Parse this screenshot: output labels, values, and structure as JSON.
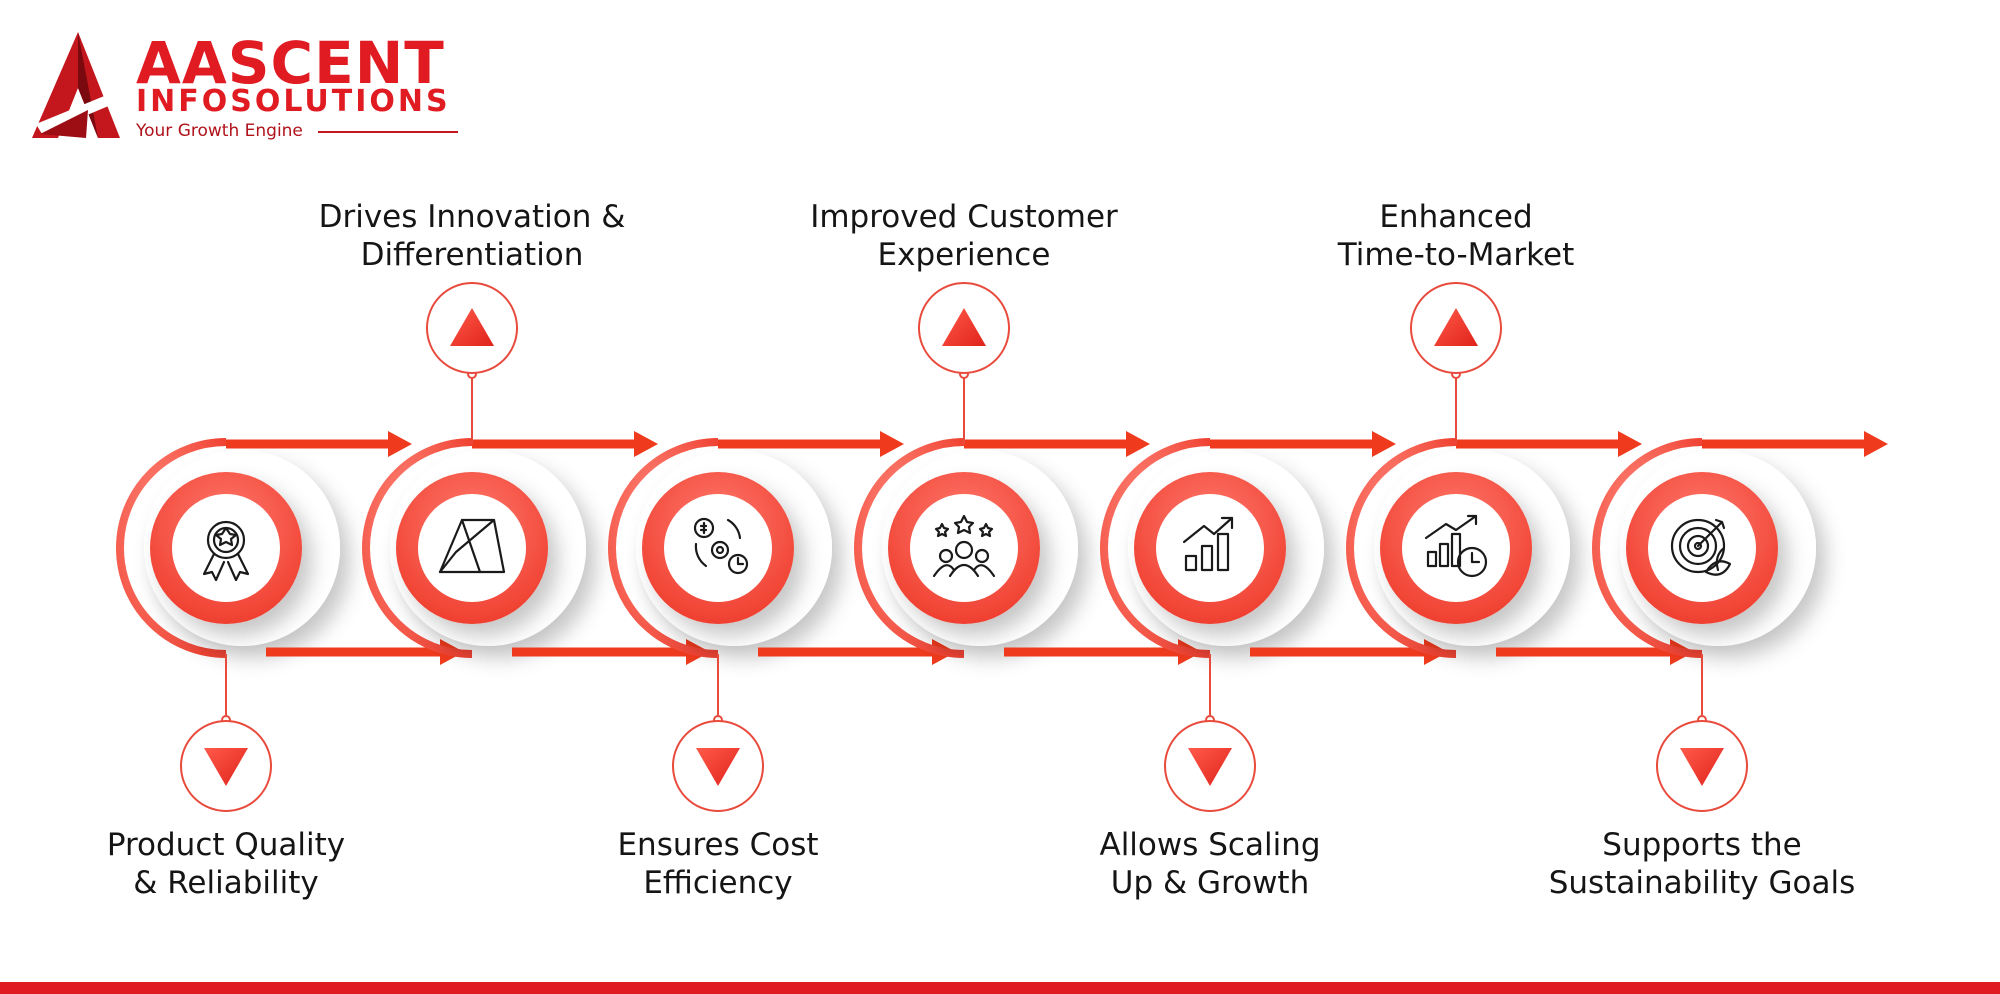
{
  "logo": {
    "name_line1": "AASCENT",
    "name_line2": "INFOSOLUTIONS",
    "tagline": "Your Growth Engine"
  },
  "colors": {
    "brand_red": "#e01b22",
    "arrow_red": "#f03a1d",
    "ring_light": "#ff6a5e",
    "text_dark": "#151515"
  },
  "steps": [
    {
      "title_line1": "Product Quality",
      "title_line2": "& Reliability",
      "icon": "award-medal-icon",
      "marker": "down"
    },
    {
      "title_line1": "Drives Innovation &",
      "title_line2": "Differentiation",
      "icon": "3d-shape-icon",
      "marker": "up"
    },
    {
      "title_line1": "Ensures Cost",
      "title_line2": "Efficiency",
      "icon": "cost-gear-clock-icon",
      "marker": "down"
    },
    {
      "title_line1": "Improved Customer",
      "title_line2": "Experience",
      "icon": "customer-stars-icon",
      "marker": "up"
    },
    {
      "title_line1": "Allows Scaling",
      "title_line2": "Up & Growth",
      "icon": "growth-chart-icon",
      "marker": "down"
    },
    {
      "title_line1": "Enhanced",
      "title_line2": "Time-to-Market",
      "icon": "chart-clock-icon",
      "marker": "up"
    },
    {
      "title_line1": "Supports the",
      "title_line2": "Sustainability Goals",
      "icon": "target-leaf-icon",
      "marker": "down"
    }
  ]
}
